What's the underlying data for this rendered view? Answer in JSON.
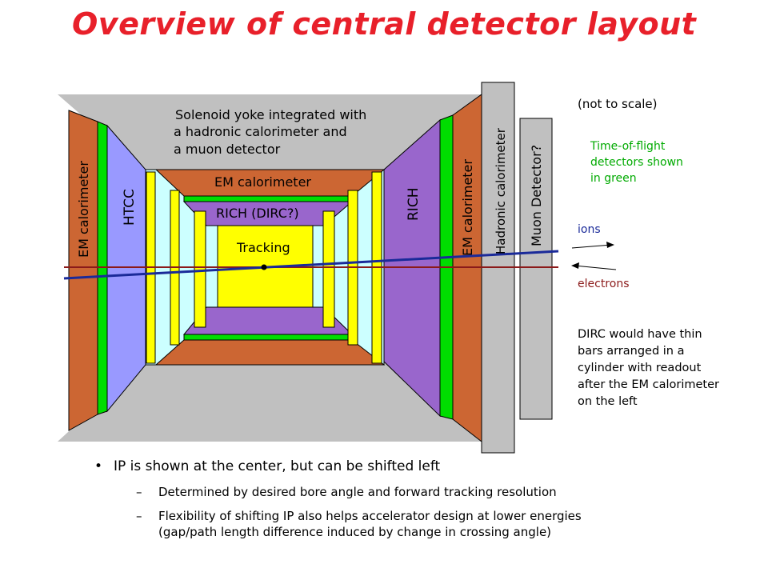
{
  "title": "Overview of central detector layout",
  "diagram": {
    "solenoid_lines": [
      "Solenoid yoke integrated with",
      "a hadronic calorimeter and",
      "a muon detector"
    ],
    "em_calorimeter_center": "EM calorimeter",
    "rich_dirc": "RICH (DIRC?)",
    "tracking": "Tracking",
    "em_calorimeter_left": "EM calorimeter",
    "htcc": "HTCC",
    "rich_right": "RICH",
    "em_calorimeter_right": "EM calorimeter",
    "hadronic_calorimeter": "Hadronic calorimeter",
    "muon_detector": "Muon Detector?",
    "ions": "ions",
    "electrons": "electrons"
  },
  "notes": {
    "not_to_scale": "(not to scale)",
    "tof_lines": [
      "Time-of-flight",
      "detectors shown",
      "in green"
    ],
    "dirc_lines": [
      "DIRC would have thin",
      "bars  arranged in a",
      "cylinder with readout",
      "after the EM calorimeter",
      "on the left"
    ]
  },
  "bullets": {
    "main": "IP is shown at the center, but can be shifted left",
    "subs": [
      [
        "Determined by desired bore angle and forward tracking resolution"
      ],
      [
        "Flexibility of shifting IP also helps accelerator design at lower energies",
        "(gap/path length difference induced by change in crossing angle)"
      ]
    ],
    "bullet_glyph": "•",
    "dash_glyph": "–"
  },
  "colors": {
    "title": "#e8202a",
    "em_calorimeter": "#cc6633",
    "htcc": "#9999ff",
    "rich": "#9966cc",
    "tof": "#00dd00",
    "dirc_bars": "#ffff00",
    "gap": "#ccffff",
    "yoke": "#c0c0c0",
    "ion_beam": "#1a2a99",
    "electron_beam": "#8b1a1a",
    "tof_note": "#00aa00",
    "ions_label": "#1a2a99",
    "electrons_label": "#8b1a1a"
  }
}
